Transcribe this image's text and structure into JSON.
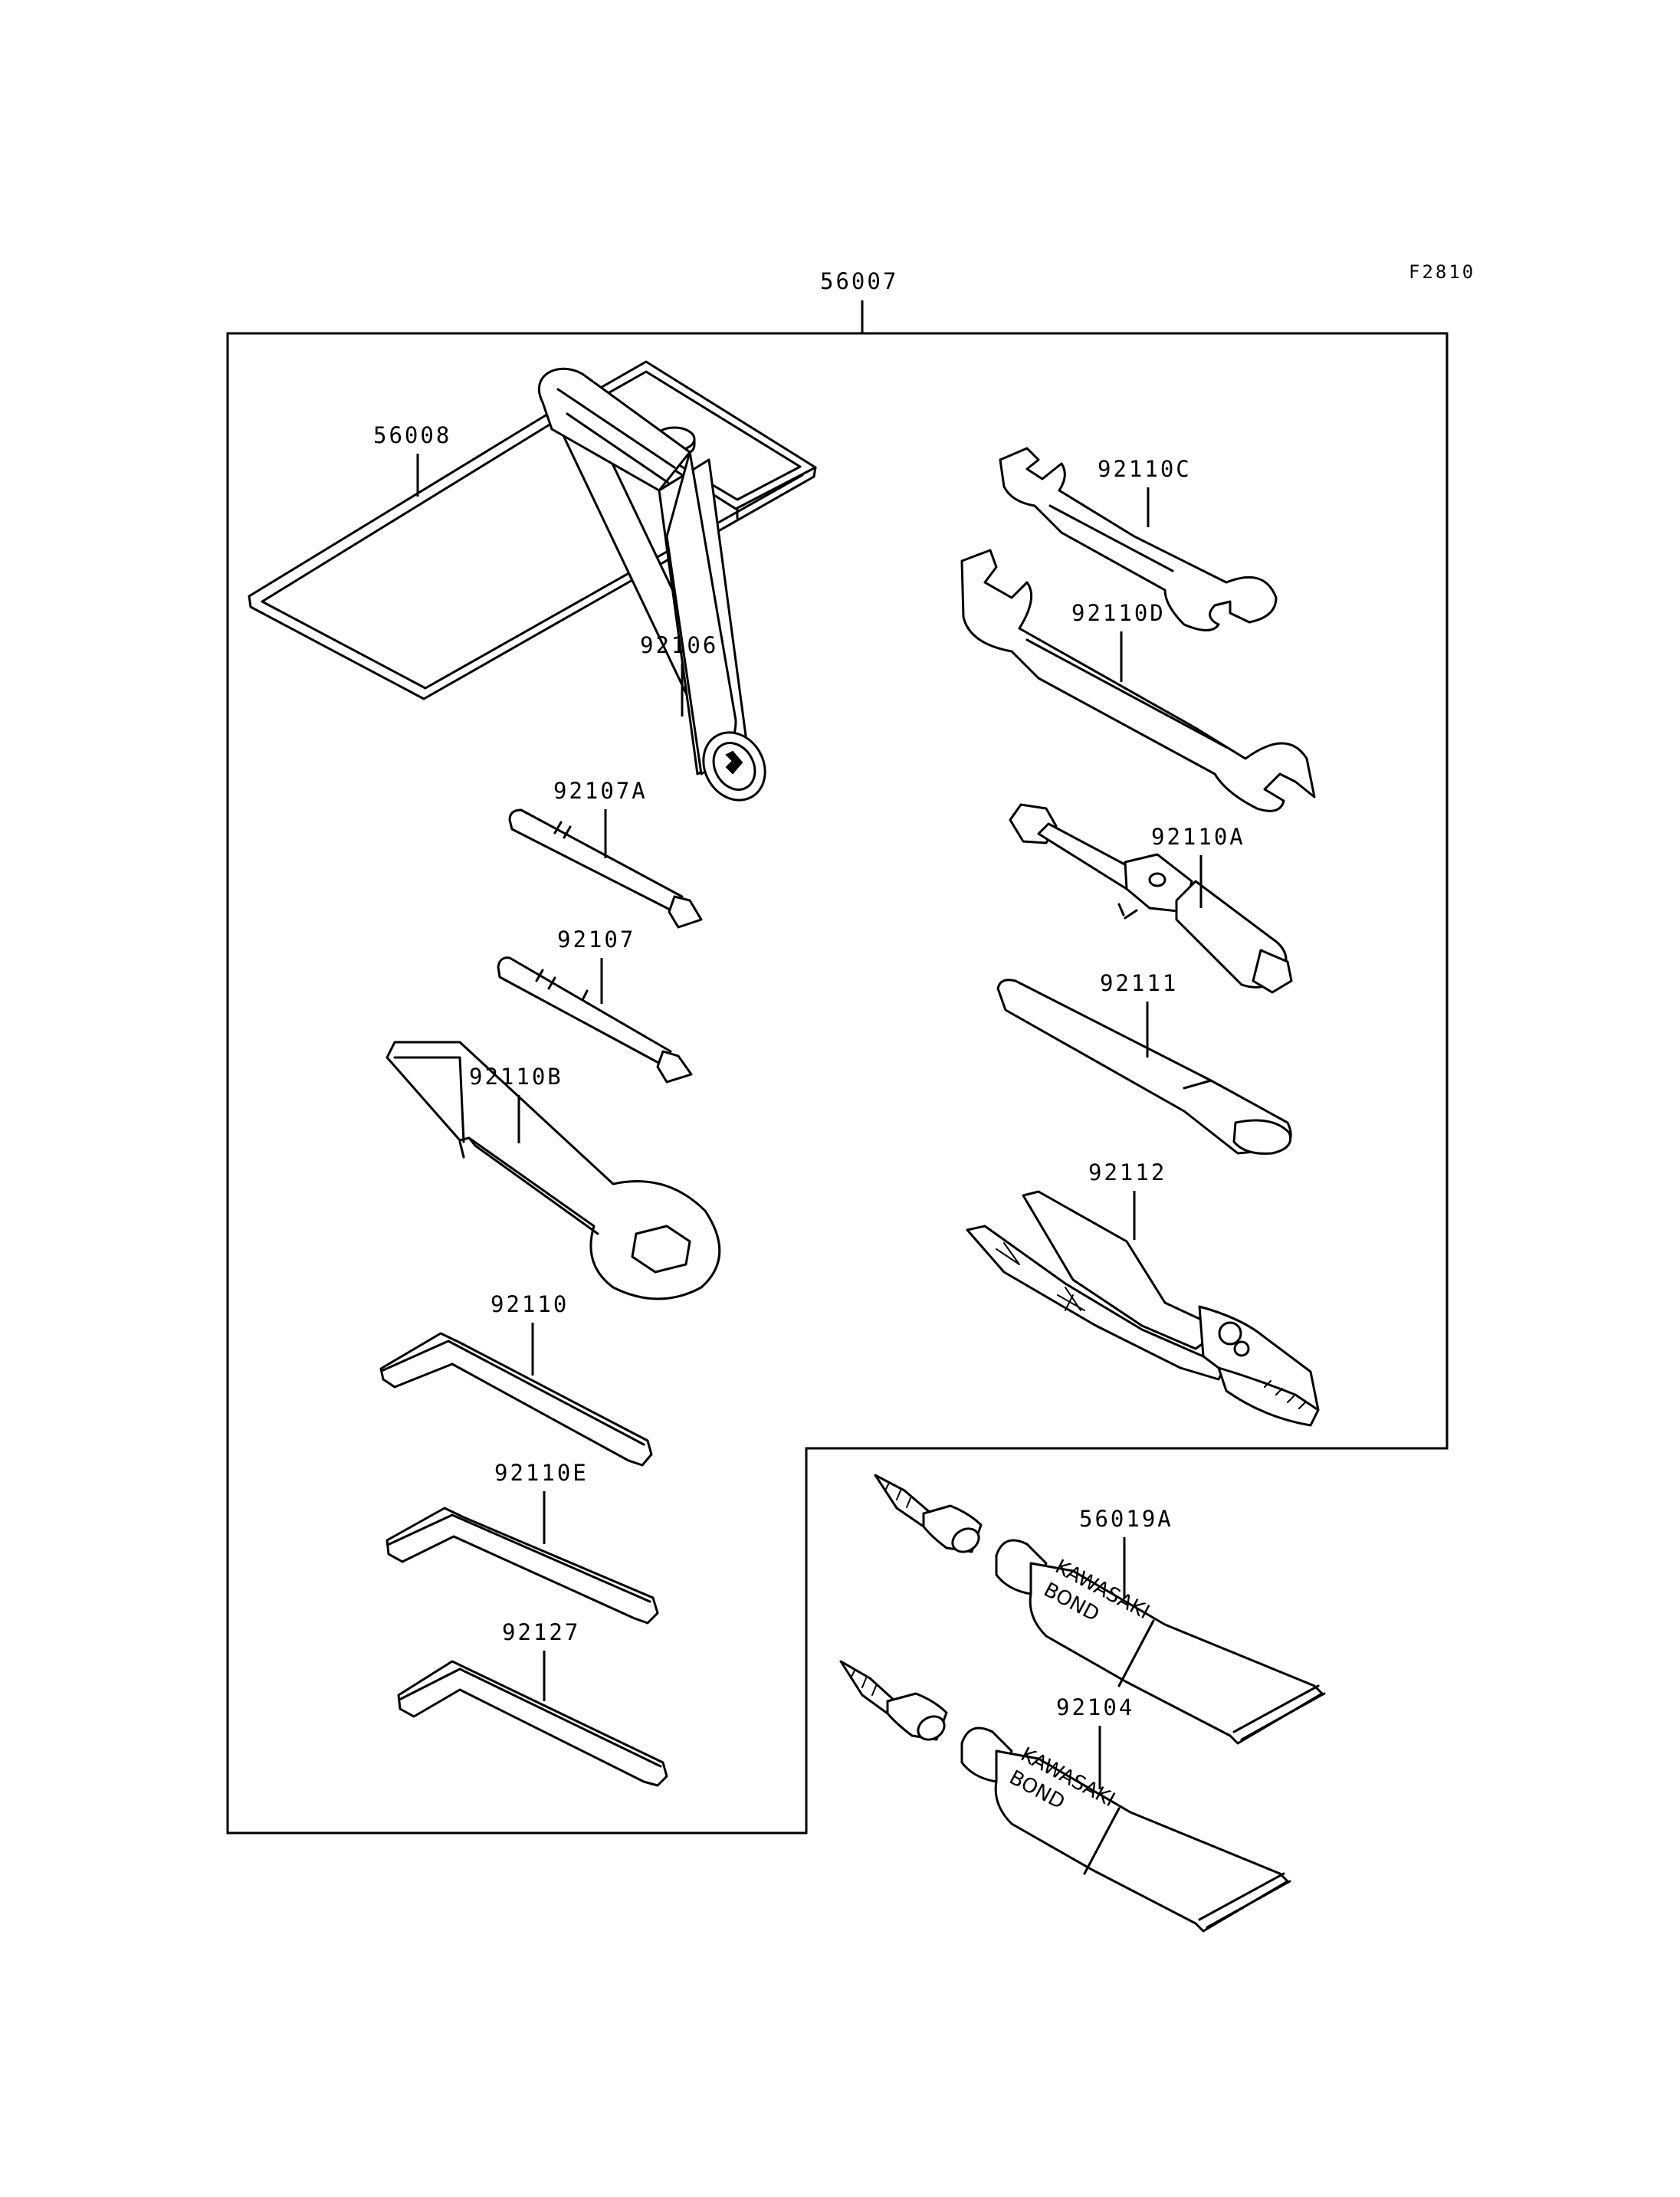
{
  "figure_code": "F2810",
  "kit": {
    "part_number": "56007"
  },
  "parts": [
    {
      "part_number": "56008"
    },
    {
      "part_number": "92106"
    },
    {
      "part_number": "92107A"
    },
    {
      "part_number": "92107"
    },
    {
      "part_number": "92110B"
    },
    {
      "part_number": "92110"
    },
    {
      "part_number": "92110E"
    },
    {
      "part_number": "92127"
    },
    {
      "part_number": "92110C"
    },
    {
      "part_number": "92110D"
    },
    {
      "part_number": "92110A"
    },
    {
      "part_number": "92111"
    },
    {
      "part_number": "92112"
    },
    {
      "part_number": "56019A"
    },
    {
      "part_number": "92104"
    }
  ],
  "tube_brand": {
    "line1": "KAWASAKI",
    "line2": "BOND"
  }
}
